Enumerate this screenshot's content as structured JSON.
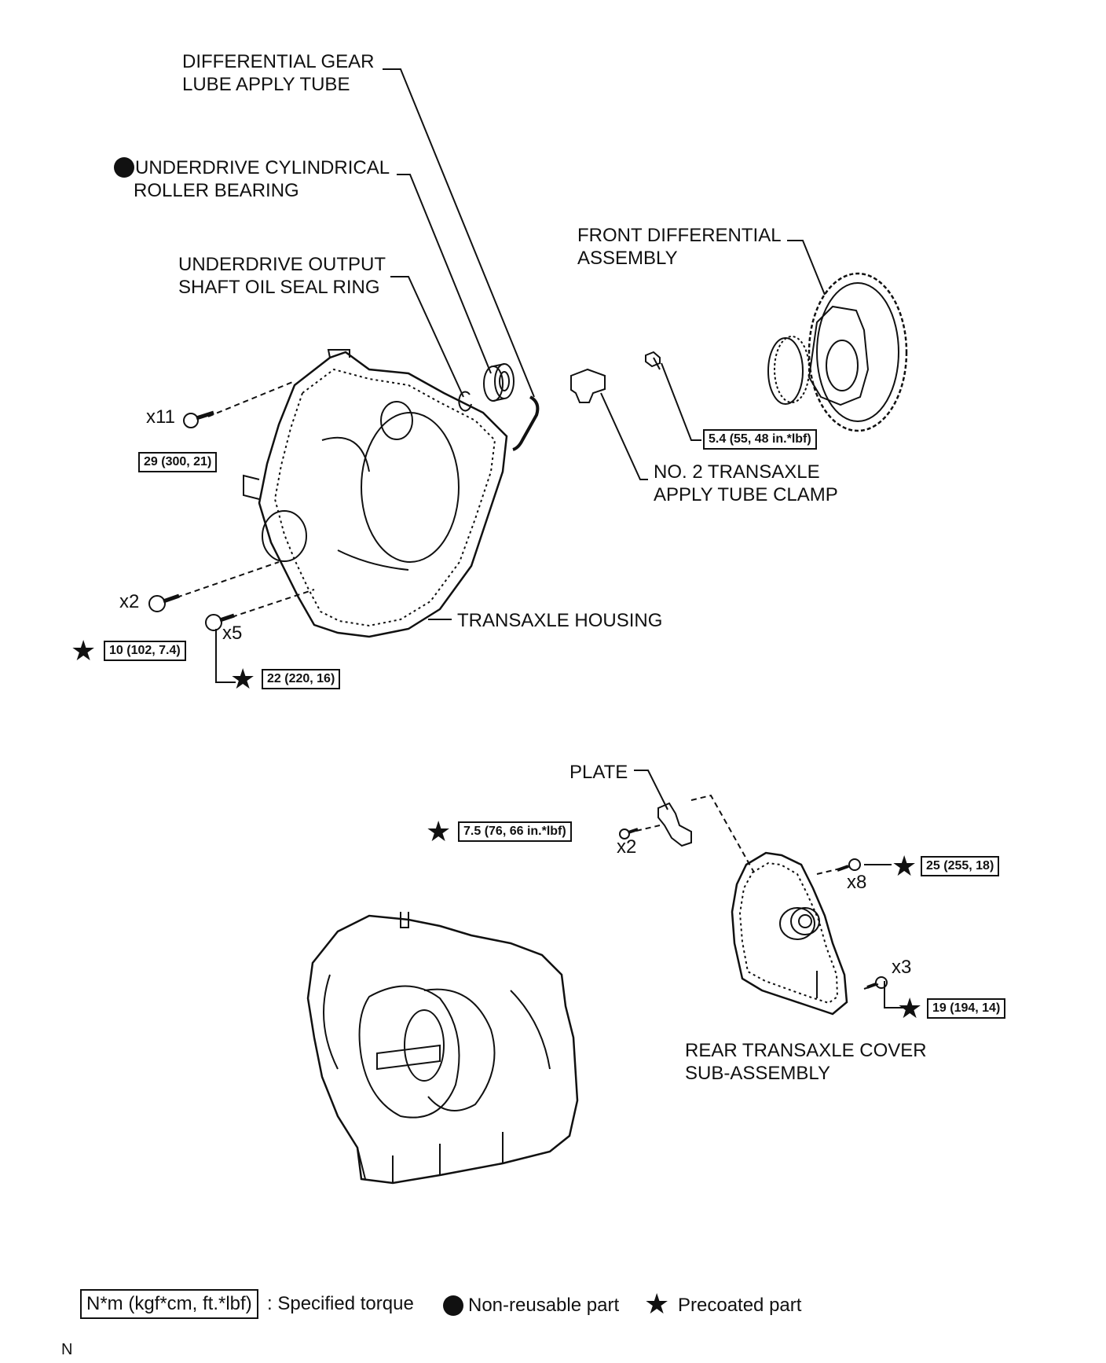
{
  "labels": {
    "diff_tube_1": "DIFFERENTIAL GEAR",
    "diff_tube_2": "LUBE APPLY TUBE",
    "bearing_1": "UNDERDRIVE CYLINDRICAL",
    "bearing_2": "ROLLER BEARING",
    "seal_1": "UNDERDRIVE OUTPUT",
    "seal_2": "SHAFT OIL SEAL RING",
    "front_diff_1": "FRONT DIFFERENTIAL",
    "front_diff_2": "ASSEMBLY",
    "clamp_1": "NO. 2 TRANSAXLE",
    "clamp_2": "APPLY TUBE CLAMP",
    "housing": "TRANSAXLE HOUSING",
    "plate": "PLATE",
    "rear_cover_1": "REAR TRANSAXLE COVER",
    "rear_cover_2": "SUB-ASSEMBLY"
  },
  "torque": {
    "t1": "5.4 (55, 48 in.*lbf)",
    "t2": "29 (300, 21)",
    "t3": "10 (102, 7.4)",
    "t4": "22 (220, 16)",
    "t5": "7.5 (76, 66 in.*lbf)",
    "t6": "25 (255, 18)",
    "t7": "19 (194, 14)"
  },
  "qty": {
    "q11": "x11",
    "q2a": "x2",
    "q5": "x5",
    "q2b": "x2",
    "q8": "x8",
    "q3": "x3"
  },
  "legend": {
    "unit": "N*m (kgf*cm, ft.*lbf)",
    "specified": ": Specified torque",
    "nonreusable": "Non-reusable part",
    "precoated": "Precoated part"
  },
  "footer": {
    "code": "N"
  }
}
